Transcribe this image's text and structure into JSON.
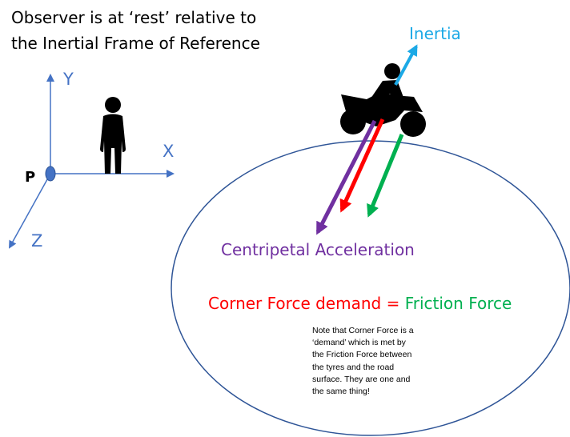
{
  "title": {
    "line1": "Observer is at ‘rest’ relative to",
    "line2": "the Inertial Frame of Reference"
  },
  "axes": {
    "y_label": "Y",
    "x_label": "X",
    "z_label": "Z",
    "origin_label": "P",
    "color": "#4472C4"
  },
  "labels": {
    "inertia": "Inertia",
    "centripetal": "Centripetal Acceleration",
    "corner_force": "Corner Force demand",
    "equals": " = ",
    "friction_force": "Friction Force"
  },
  "note_lines": [
    "Note that Corner Force is a",
    "‘demand’ which is met by",
    "the Friction Force between",
    "the tyres and the road",
    "surface. They are one and",
    "the same thing!"
  ],
  "colors": {
    "inertia": "#1CA9E6",
    "centripetal": "#7030A0",
    "corner_force": "#FF0000",
    "friction_force": "#00B050",
    "ellipse_stroke": "#2F5597",
    "figure": "#000000"
  }
}
